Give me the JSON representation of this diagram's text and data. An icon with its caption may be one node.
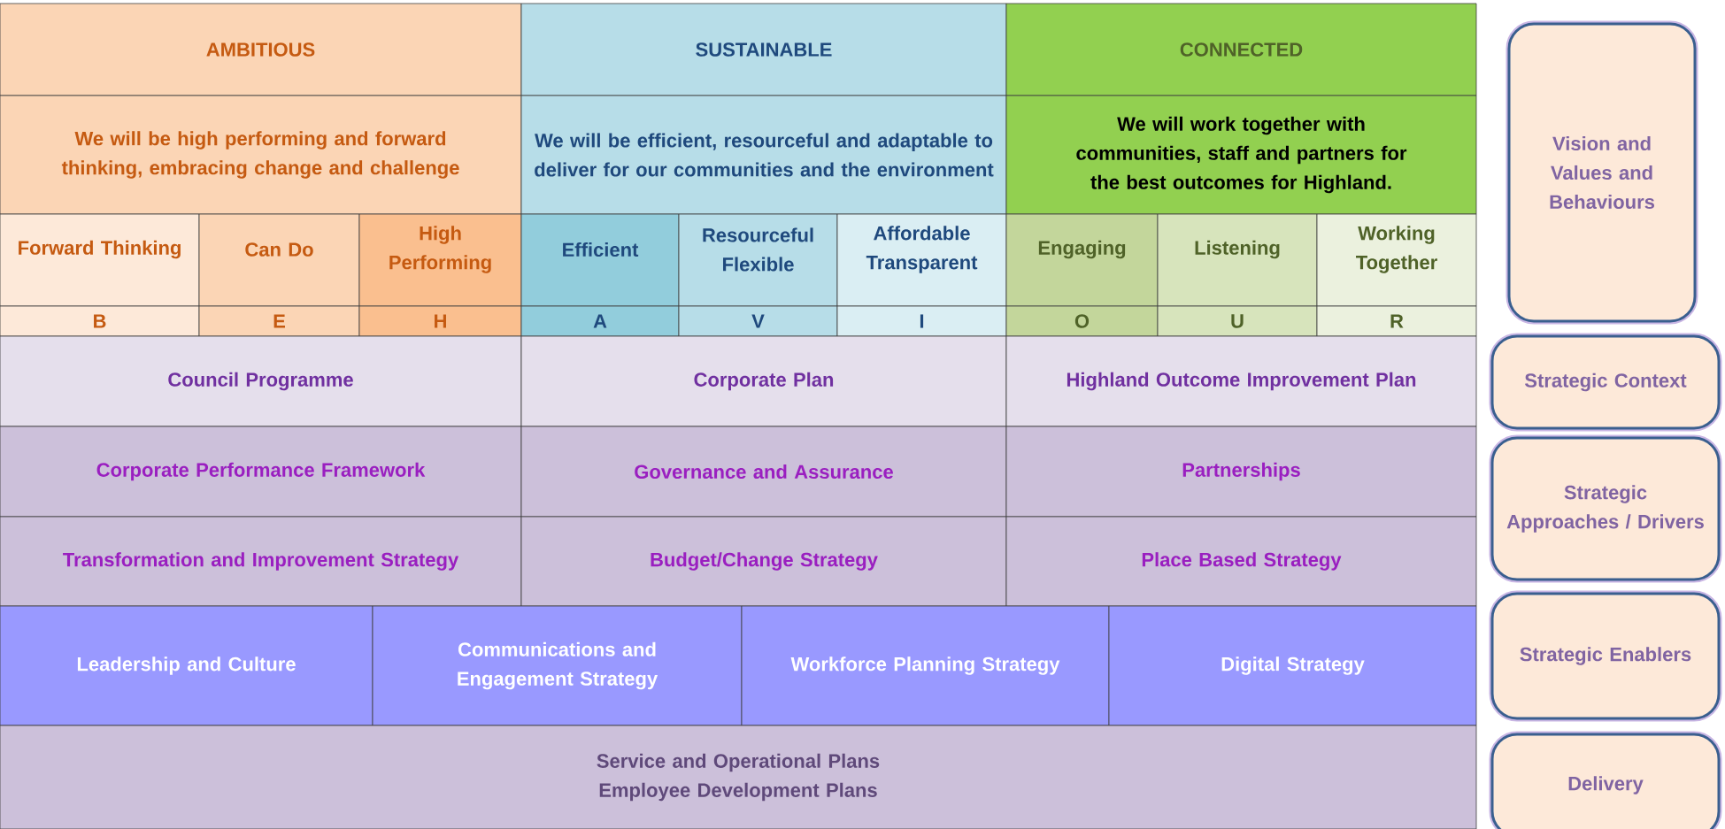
{
  "diagram": {
    "nodes": [
      {
        "text": [
          "AMBITIOUS"
        ]
      },
      {
        "text": [
          "SUSTAINABLE"
        ]
      },
      {
        "text": [
          "CONNECTED"
        ]
      },
      {
        "text": [
          "We will be high performing and forward thinking, embracing change and challenge"
        ]
      },
      {
        "text": [
          "We will be efficient, resourceful and adaptable to deliver for our communities and the environment"
        ]
      },
      {
        "text": [
          "We will work together with communities, staff and partners for the best outcomes for Highland."
        ]
      },
      {
        "text": [
          "Forward Thinking"
        ]
      },
      {
        "text": [
          "Can Do"
        ]
      },
      {
        "text": [
          "High Performing"
        ]
      },
      {
        "text": [
          "Efficient"
        ]
      },
      {
        "text": [
          "Resourceful Flexible"
        ]
      },
      {
        "text": [
          "Affordable Transparent"
        ]
      },
      {
        "text": [
          "Engaging"
        ]
      },
      {
        "text": [
          "Listening"
        ]
      },
      {
        "text": [
          "Working Together"
        ]
      },
      {
        "text": [
          "B"
        ]
      },
      {
        "text": [
          "E"
        ]
      },
      {
        "text": [
          "H"
        ]
      },
      {
        "text": [
          "A"
        ]
      },
      {
        "text": [
          "V"
        ]
      },
      {
        "text": [
          "I"
        ]
      },
      {
        "text": [
          "O"
        ]
      },
      {
        "text": [
          "U"
        ]
      },
      {
        "text": [
          "R"
        ]
      },
      {
        "text": [
          "Council Programme"
        ]
      },
      {
        "text": [
          "Corporate Plan"
        ]
      },
      {
        "text": [
          "Highland Outcome Improvement Plan"
        ]
      },
      {
        "text": [
          "Corporate Performance Framework"
        ]
      },
      {
        "text": [
          "Governance and Assurance"
        ]
      },
      {
        "text": [
          "Partnerships"
        ]
      },
      {
        "text": [
          "Transformation and Improvement Strategy"
        ]
      },
      {
        "text": [
          "Budget/Change Strategy"
        ]
      },
      {
        "text": [
          "Place Based Strategy"
        ]
      },
      {
        "text": [
          "Leadership and Culture"
        ]
      },
      {
        "text": [
          "Communications and Engagement Strategy"
        ]
      },
      {
        "text": [
          "Workforce Planning Strategy"
        ]
      },
      {
        "text": [
          "Digital Strategy"
        ]
      },
      {
        "text": [
          "Service and Operational Plans",
          "Employee Development Plans"
        ]
      },
      {
        "text": [
          "Vision and Values and Behaviours"
        ]
      },
      {
        "text": [
          "Strategic Context"
        ]
      },
      {
        "text": [
          "Strategic Approaches / Drivers"
        ]
      },
      {
        "text": [
          "Strategic Enablers"
        ]
      },
      {
        "text": [
          "Delivery"
        ]
      }
    ]
  }
}
